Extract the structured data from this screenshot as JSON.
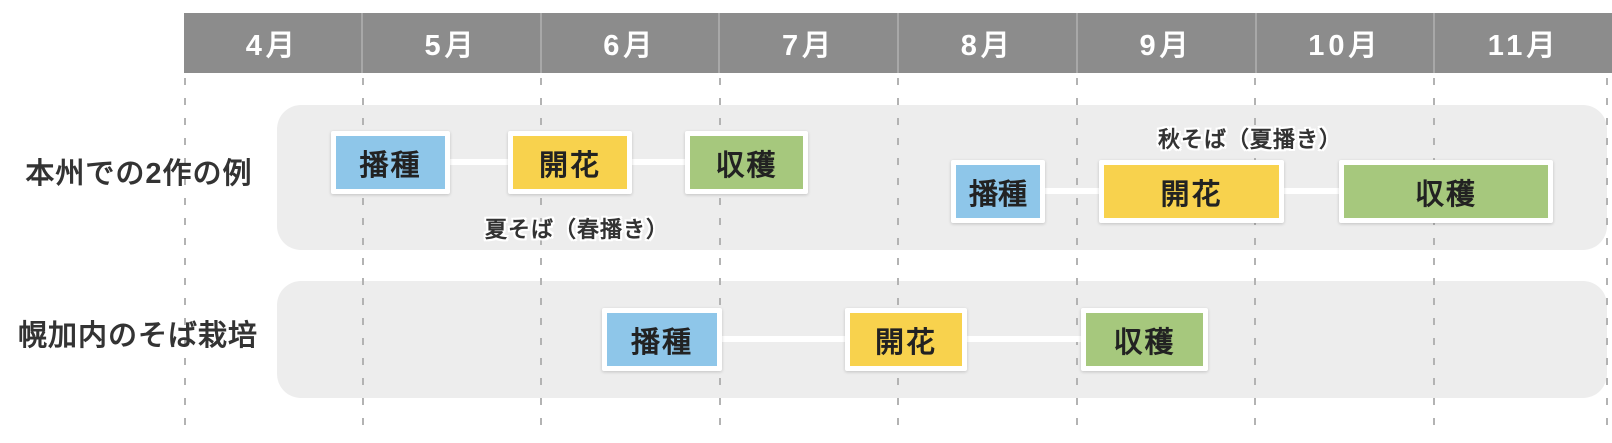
{
  "colors": {
    "header_bg": "#8c8c8c",
    "band_bg": "#ededed",
    "sowing_blue": "#8ec6e9",
    "flowering_yellow": "#f8d24d",
    "harvest_green": "#a6c87d",
    "grid_dash": "#b3b3b3",
    "text_dark": "#333333",
    "month_text": "#ffffff"
  },
  "chart_data": {
    "type": "gantt",
    "x_axis": {
      "unit": "month",
      "labels": [
        "4月",
        "5月",
        "6月",
        "7月",
        "8月",
        "9月",
        "10月",
        "11月"
      ],
      "range": [
        4,
        12
      ],
      "gridlines": "dashed-vertical"
    },
    "legend": "none",
    "stage_color_map": {
      "播種": "blue",
      "開花": "yellow",
      "収穫": "green"
    },
    "rows": [
      {
        "label": "本州での2作の例",
        "sequences": [
          {
            "name": "夏そば（春播き）",
            "annotation_position": "below",
            "stages": [
              {
                "label": "播種",
                "type": "sowing",
                "start_month": 4.9,
                "end_month": 5.5
              },
              {
                "label": "開花",
                "type": "flowering",
                "start_month": 5.8,
                "end_month": 6.5
              },
              {
                "label": "収穫",
                "type": "harvest",
                "start_month": 6.8,
                "end_month": 7.5
              }
            ]
          },
          {
            "name": "秋そば（夏播き）",
            "annotation_position": "above",
            "stages": [
              {
                "label": "播種",
                "type": "sowing",
                "start_month": 8.3,
                "end_month": 8.8
              },
              {
                "label": "開花",
                "type": "flowering",
                "start_month": 9.2,
                "end_month": 10.1
              },
              {
                "label": "収穫",
                "type": "harvest",
                "start_month": 10.5,
                "end_month": 11.6
              }
            ]
          }
        ]
      },
      {
        "label": "幌加内のそば栽培",
        "sequences": [
          {
            "name": "",
            "annotation_position": "none",
            "stages": [
              {
                "label": "播種",
                "type": "sowing",
                "start_month": 6.4,
                "end_month": 7.0
              },
              {
                "label": "開花",
                "type": "flowering",
                "start_month": 7.7,
                "end_month": 8.4
              },
              {
                "label": "収穫",
                "type": "harvest",
                "start_month": 9.0,
                "end_month": 9.7
              }
            ]
          }
        ]
      }
    ]
  }
}
